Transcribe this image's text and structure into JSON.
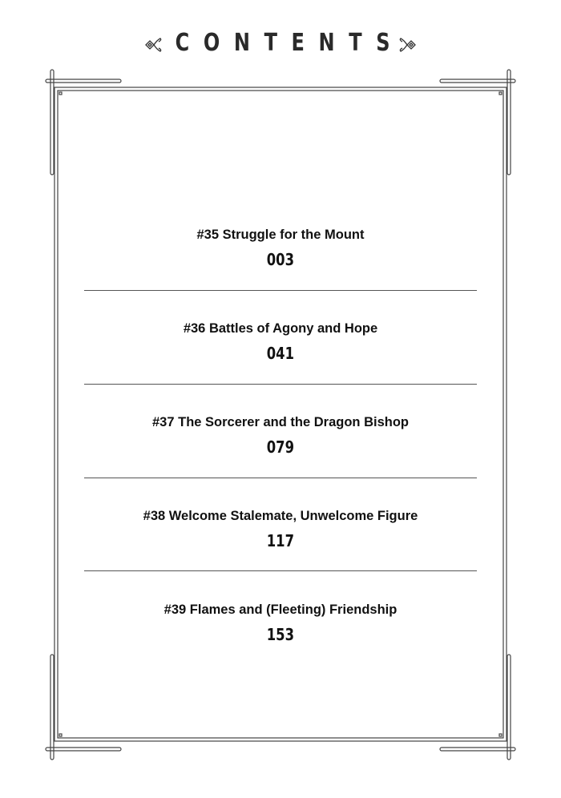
{
  "header": {
    "title": "CONTENTS"
  },
  "chapters": [
    {
      "title": "#35 Struggle for the Mount",
      "page": "003"
    },
    {
      "title": "#36 Battles of Agony and Hope",
      "page": "041"
    },
    {
      "title": "#37 The Sorcerer and the Dragon Bishop",
      "page": "079"
    },
    {
      "title": "#38 Welcome Stalemate, Unwelcome Figure",
      "page": "117"
    },
    {
      "title": "#39 Flames and (Fleeting) Friendship",
      "page": "153"
    }
  ]
}
